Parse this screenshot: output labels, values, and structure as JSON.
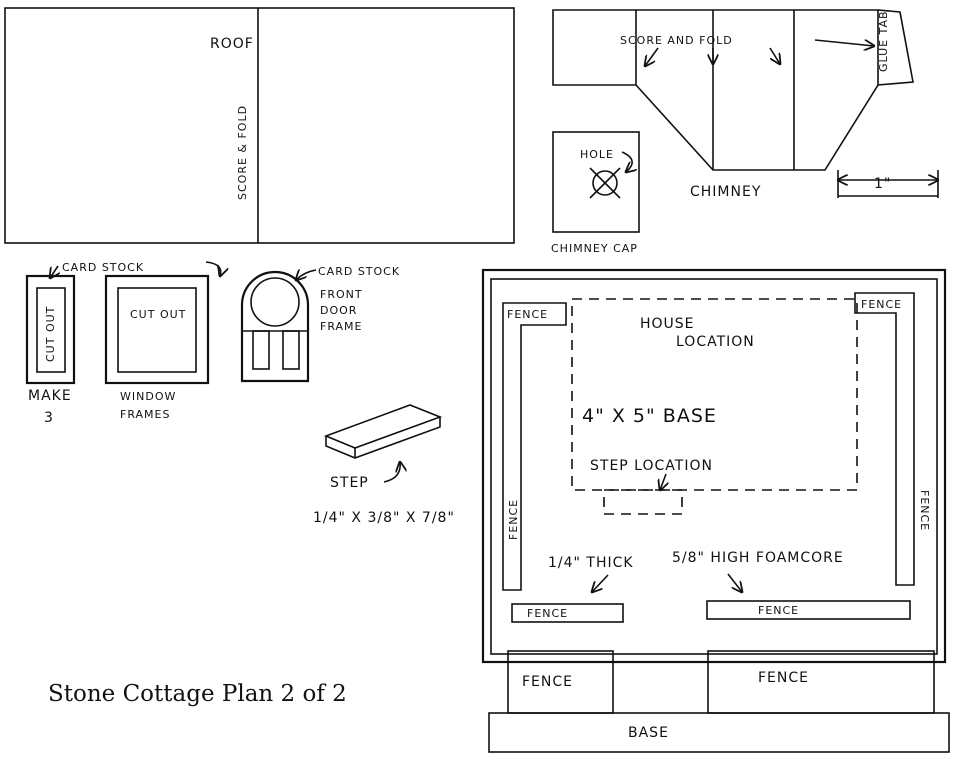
{
  "caption": "Stone Cottage Plan 2 of 2",
  "roof": {
    "label": "ROOF",
    "fold_label": "SCORE & FOLD"
  },
  "chimney": {
    "label": "CHIMNEY",
    "score_fold": "SCORE AND FOLD",
    "glue_tab": "GLUE TAB",
    "cap_label": "CHIMNEY CAP",
    "hole_label": "HOLE",
    "scale_label": "1\""
  },
  "windows": {
    "card_stock": "CARD STOCK",
    "cut_out_small": "CUT OUT",
    "cut_out_large": "CUT OUT",
    "make": "MAKE",
    "make_count": "3",
    "frames_line1": "WINDOW",
    "frames_line2": "FRAMES"
  },
  "door": {
    "card_stock": "CARD STOCK",
    "line1": "FRONT",
    "line2": "DOOR",
    "line3": "FRAME"
  },
  "step": {
    "label": "STEP",
    "dims": "1/4\" X 3/8\" X 7/8\""
  },
  "base_plan": {
    "house_location_1": "HOUSE",
    "house_location_2": "LOCATION",
    "base_size": "4\" X 5\" BASE",
    "step_location": "STEP LOCATION",
    "thick": "1/4\" THICK",
    "high": "5/8\" HIGH  FOAMCORE",
    "fence": "FENCE"
  },
  "elevation": {
    "fence_left": "FENCE",
    "fence_right": "FENCE",
    "base": "BASE"
  }
}
